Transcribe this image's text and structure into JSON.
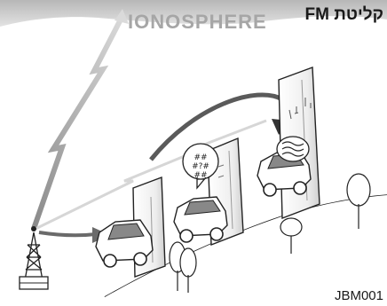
{
  "title": "קליטת FM",
  "ionosphere_label": "IONOSPHERE",
  "figure_code": "JBM001",
  "colors": {
    "sky_band": "#c7c7c7",
    "signal_wave": "#7d7d7d",
    "arrow_dark": "#555555",
    "building_light": "#f2f2f2",
    "outline": "#222222"
  },
  "icons": {
    "transmitter": "radio-tower-icon",
    "car": "car-icon",
    "noise": "static-noise-icon",
    "distortion": "distorted-signal-icon"
  }
}
